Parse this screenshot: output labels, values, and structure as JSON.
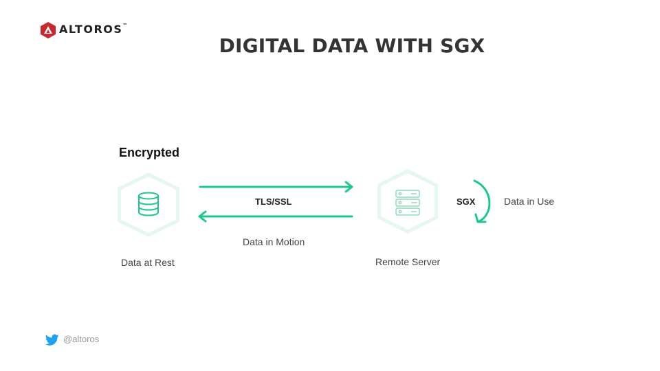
{
  "header": {
    "logo_text": "ALTOROS",
    "logo_tm": "™",
    "title": "DIGITAL DATA WITH SGX"
  },
  "diagram": {
    "encrypted_label": "Encrypted",
    "transport_label": "TLS/SSL",
    "motion_label": "Data in Motion",
    "rest_label": "Data at Rest",
    "server_label": "Remote Server",
    "sgx_label": "SGX",
    "use_label": "Data in Use"
  },
  "footer": {
    "handle": "@altoros"
  },
  "colors": {
    "accent_green": "#1dc98a",
    "hexagon_fill": "#e6f7ef",
    "logo_red": "#c8282e",
    "text_dark": "#333333",
    "twitter_blue": "#1da1f2"
  }
}
